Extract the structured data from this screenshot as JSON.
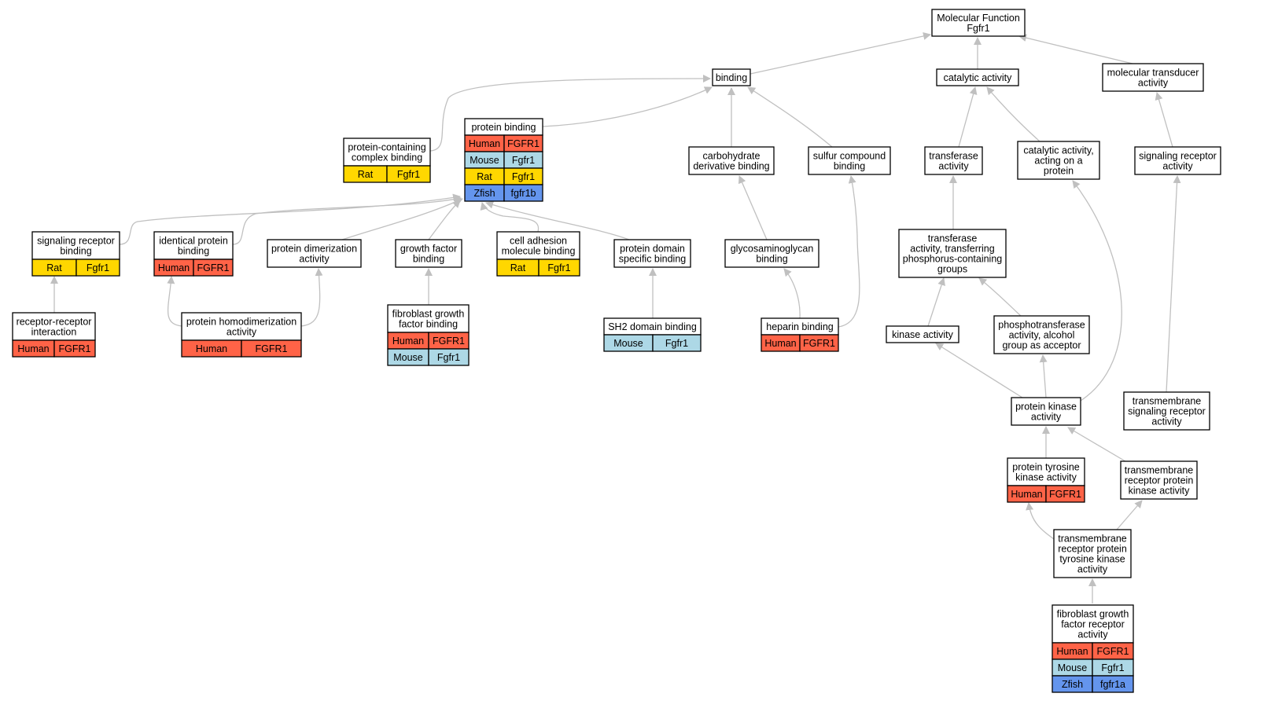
{
  "colors": {
    "Human": "#ff6347",
    "Mouse": "#add8e6",
    "Rat": "#ffd700",
    "Zfish": "#6495ed",
    "edge": "#c0c0c0"
  },
  "nodes": [
    {
      "id": "mf",
      "lines": [
        "Molecular Function",
        "Fgfr1"
      ],
      "rows": []
    },
    {
      "id": "binding",
      "lines": [
        "binding"
      ],
      "rows": []
    },
    {
      "id": "catalytic",
      "lines": [
        "catalytic activity"
      ],
      "rows": []
    },
    {
      "id": "transducer",
      "lines": [
        "molecular transducer",
        "activity"
      ],
      "rows": []
    },
    {
      "id": "protbind",
      "lines": [
        "protein binding"
      ],
      "rows": [
        {
          "species": "Human",
          "gene": "FGFR1"
        },
        {
          "species": "Mouse",
          "gene": "Fgfr1"
        },
        {
          "species": "Rat",
          "gene": "Fgfr1"
        },
        {
          "species": "Zfish",
          "gene": "fgfr1b"
        }
      ]
    },
    {
      "id": "complexbind",
      "lines": [
        "protein-containing",
        "complex binding"
      ],
      "rows": [
        {
          "species": "Rat",
          "gene": "Fgfr1"
        }
      ]
    },
    {
      "id": "carbobind",
      "lines": [
        "carbohydrate",
        "derivative binding"
      ],
      "rows": []
    },
    {
      "id": "sulfurbind",
      "lines": [
        "sulfur compound",
        "binding"
      ],
      "rows": []
    },
    {
      "id": "transferase",
      "lines": [
        "transferase",
        "activity"
      ],
      "rows": []
    },
    {
      "id": "catprot",
      "lines": [
        "catalytic activity,",
        "acting on a",
        "protein"
      ],
      "rows": []
    },
    {
      "id": "sigrecact",
      "lines": [
        "signaling receptor",
        "activity"
      ],
      "rows": []
    },
    {
      "id": "sigrecbind",
      "lines": [
        "signaling receptor",
        "binding"
      ],
      "rows": [
        {
          "species": "Rat",
          "gene": "Fgfr1"
        }
      ]
    },
    {
      "id": "identbind",
      "lines": [
        "identical protein",
        "binding"
      ],
      "rows": [
        {
          "species": "Human",
          "gene": "FGFR1"
        }
      ]
    },
    {
      "id": "dimer",
      "lines": [
        "protein dimerization",
        "activity"
      ],
      "rows": []
    },
    {
      "id": "gfbind",
      "lines": [
        "growth factor",
        "binding"
      ],
      "rows": []
    },
    {
      "id": "celladh",
      "lines": [
        "cell adhesion",
        "molecule binding"
      ],
      "rows": [
        {
          "species": "Rat",
          "gene": "Fgfr1"
        }
      ]
    },
    {
      "id": "domainbind",
      "lines": [
        "protein domain",
        "specific binding"
      ],
      "rows": []
    },
    {
      "id": "gag",
      "lines": [
        "glycosaminoglycan",
        "binding"
      ],
      "rows": []
    },
    {
      "id": "transphos",
      "lines": [
        "transferase",
        "activity, transferring",
        "phosphorus-containing",
        "groups"
      ],
      "rows": []
    },
    {
      "id": "rrinter",
      "lines": [
        "receptor-receptor",
        "interaction"
      ],
      "rows": [
        {
          "species": "Human",
          "gene": "FGFR1"
        }
      ]
    },
    {
      "id": "homodimer",
      "lines": [
        "protein homodimerization",
        "activity"
      ],
      "rows": [
        {
          "species": "Human",
          "gene": "FGFR1"
        }
      ]
    },
    {
      "id": "fgfbind",
      "lines": [
        "fibroblast growth",
        "factor binding"
      ],
      "rows": [
        {
          "species": "Human",
          "gene": "FGFR1"
        },
        {
          "species": "Mouse",
          "gene": "Fgfr1"
        }
      ]
    },
    {
      "id": "sh2",
      "lines": [
        "SH2 domain binding"
      ],
      "rows": [
        {
          "species": "Mouse",
          "gene": "Fgfr1"
        }
      ]
    },
    {
      "id": "heparin",
      "lines": [
        "heparin binding"
      ],
      "rows": [
        {
          "species": "Human",
          "gene": "FGFR1"
        }
      ]
    },
    {
      "id": "kinase",
      "lines": [
        "kinase activity"
      ],
      "rows": []
    },
    {
      "id": "phosalc",
      "lines": [
        "phosphotransferase",
        "activity, alcohol",
        "group as acceptor"
      ],
      "rows": []
    },
    {
      "id": "protkinase",
      "lines": [
        "protein kinase",
        "activity"
      ],
      "rows": []
    },
    {
      "id": "tmsig",
      "lines": [
        "transmembrane",
        "signaling receptor",
        "activity"
      ],
      "rows": []
    },
    {
      "id": "ptk",
      "lines": [
        "protein tyrosine",
        "kinase activity"
      ],
      "rows": [
        {
          "species": "Human",
          "gene": "FGFR1"
        }
      ]
    },
    {
      "id": "tmrpk",
      "lines": [
        "transmembrane",
        "receptor protein",
        "kinase activity"
      ],
      "rows": []
    },
    {
      "id": "tmrptk",
      "lines": [
        "transmembrane",
        "receptor protein",
        "tyrosine kinase",
        "activity"
      ],
      "rows": []
    },
    {
      "id": "fgfr",
      "lines": [
        "fibroblast growth",
        "factor receptor",
        "activity"
      ],
      "rows": [
        {
          "species": "Human",
          "gene": "FGFR1"
        },
        {
          "species": "Mouse",
          "gene": "Fgfr1"
        },
        {
          "species": "Zfish",
          "gene": "fgfr1a"
        }
      ]
    }
  ],
  "edges": [
    [
      "binding",
      "mf"
    ],
    [
      "catalytic",
      "mf"
    ],
    [
      "transducer",
      "mf"
    ],
    [
      "protbind",
      "binding"
    ],
    [
      "complexbind",
      "binding"
    ],
    [
      "carbobind",
      "binding"
    ],
    [
      "sulfurbind",
      "binding"
    ],
    [
      "transferase",
      "catalytic"
    ],
    [
      "catprot",
      "catalytic"
    ],
    [
      "sigrecact",
      "transducer"
    ],
    [
      "sigrecbind",
      "protbind"
    ],
    [
      "identbind",
      "protbind"
    ],
    [
      "dimer",
      "protbind"
    ],
    [
      "gfbind",
      "protbind"
    ],
    [
      "celladh",
      "protbind"
    ],
    [
      "domainbind",
      "protbind"
    ],
    [
      "gag",
      "carbobind"
    ],
    [
      "heparin",
      "gag"
    ],
    [
      "heparin",
      "sulfurbind"
    ],
    [
      "transphos",
      "transferase"
    ],
    [
      "kinase",
      "transphos"
    ],
    [
      "phosalc",
      "transphos"
    ],
    [
      "rrinter",
      "sigrecbind"
    ],
    [
      "homodimer",
      "identbind"
    ],
    [
      "homodimer",
      "dimer"
    ],
    [
      "fgfbind",
      "gfbind"
    ],
    [
      "sh2",
      "domainbind"
    ],
    [
      "protkinase",
      "kinase"
    ],
    [
      "protkinase",
      "phosalc"
    ],
    [
      "protkinase",
      "catprot"
    ],
    [
      "tmsig",
      "sigrecact"
    ],
    [
      "ptk",
      "protkinase"
    ],
    [
      "tmrpk",
      "protkinase"
    ],
    [
      "tmrptk",
      "ptk"
    ],
    [
      "tmrptk",
      "tmrpk"
    ],
    [
      "fgfr",
      "tmrptk"
    ]
  ]
}
